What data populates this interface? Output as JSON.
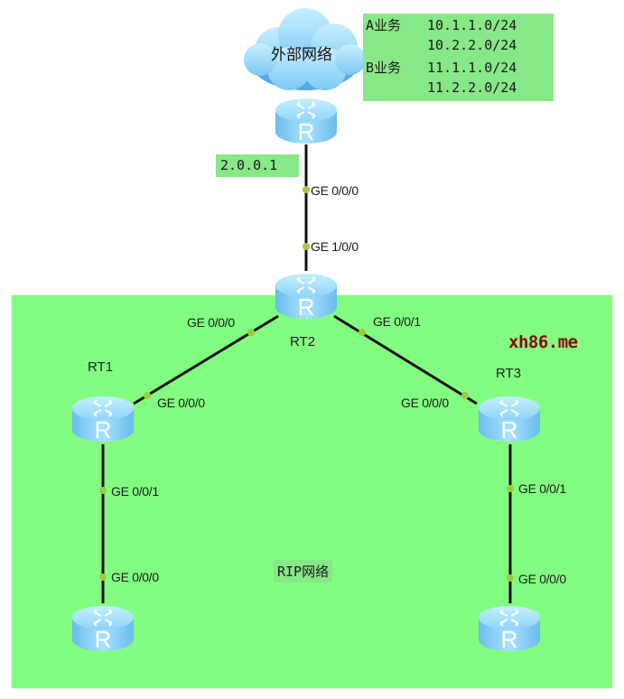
{
  "external_network": {
    "label": "外部网络",
    "icon": "cloud-icon"
  },
  "business_box": {
    "rows": [
      {
        "tag": "A业务",
        "network": "10.1.1.0/24"
      },
      {
        "tag": "",
        "network": "10.2.2.0/24"
      },
      {
        "tag": "B业务",
        "network": "11.1.1.0/24"
      },
      {
        "tag": "",
        "network": "11.2.2.0/24"
      }
    ]
  },
  "external_ip": "2.0.0.1",
  "rip_area": {
    "label": "RIP网络"
  },
  "watermark": "xh86.me",
  "routers": {
    "external": {
      "name": "",
      "icon": "router-icon"
    },
    "rt2": {
      "name": "RT2",
      "icon": "router-icon"
    },
    "rt1": {
      "name": "RT1",
      "icon": "router-icon"
    },
    "rt3": {
      "name": "RT3",
      "icon": "router-icon"
    },
    "rt1_child": {
      "name": "",
      "icon": "router-icon"
    },
    "rt3_child": {
      "name": "",
      "icon": "router-icon"
    }
  },
  "interfaces": {
    "ext_ge000": "GE 0/0/0",
    "rt2_ge100": "GE 1/0/0",
    "rt2_ge000": "GE 0/0/0",
    "rt2_ge001": "GE 0/0/1",
    "rt1_ge000": "GE 0/0/0",
    "rt3_ge000": "GE 0/0/0",
    "rt1_ge001": "GE 0/0/1",
    "rt1child_ge000": "GE 0/0/0",
    "rt3_ge001": "GE 0/0/1",
    "rt3child_ge000": "GE 0/0/0"
  },
  "colors": {
    "rip_area_bg": "#82fd81",
    "label_bg": "#87e887",
    "link": "#111111",
    "port_dot": "#9ccc3c",
    "watermark": "#8b0a0a",
    "router_body": "#7cc8f4"
  }
}
